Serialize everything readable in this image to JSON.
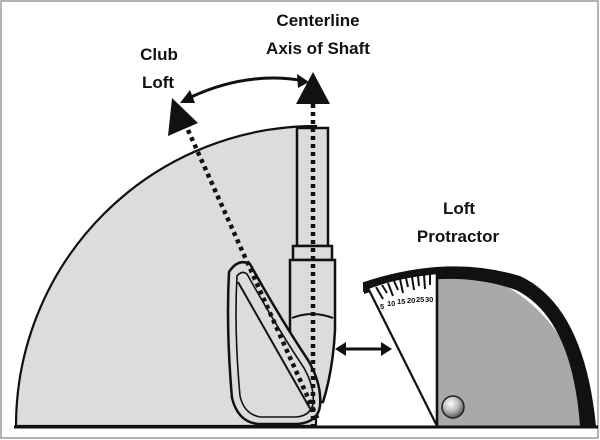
{
  "labels": {
    "centerline_line1": "Centerline",
    "centerline_line2": "Axis of Shaft",
    "club_loft_line1": "Club",
    "club_loft_line2": "Loft",
    "protractor_line1": "Loft",
    "protractor_line2": "Protractor"
  },
  "protractor_scale": [
    "5",
    "10",
    "15",
    "20",
    "25",
    "30"
  ],
  "colors": {
    "background": "#ffffff",
    "arc_fill": "#dcdcdc",
    "protractor_fill": "#a9a9a9",
    "ink": "#111111",
    "white": "#ffffff"
  }
}
